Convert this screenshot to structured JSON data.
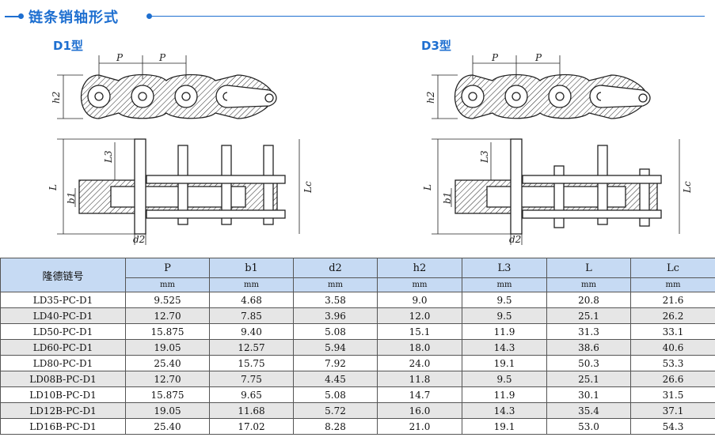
{
  "header": {
    "title": "链条销轴形式"
  },
  "diagrams": {
    "left_type": "D1型",
    "right_type": "D3型",
    "labels": {
      "p": "P",
      "h2": "h2",
      "l3": "L3",
      "l": "L",
      "b1": "b1",
      "lc": "Lc",
      "d2": "d2"
    }
  },
  "table": {
    "model_header": "隆德链号",
    "columns": [
      "P",
      "b1",
      "d2",
      "h2",
      "L3",
      "L",
      "Lc"
    ],
    "unit": "mm",
    "rows": [
      [
        "LD35-PC-D1",
        "9.525",
        "4.68",
        "3.58",
        "9.0",
        "9.5",
        "20.8",
        "21.6"
      ],
      [
        "LD40-PC-D1",
        "12.70",
        "7.85",
        "3.96",
        "12.0",
        "9.5",
        "25.1",
        "26.2"
      ],
      [
        "LD50-PC-D1",
        "15.875",
        "9.40",
        "5.08",
        "15.1",
        "11.9",
        "31.3",
        "33.1"
      ],
      [
        "LD60-PC-D1",
        "19.05",
        "12.57",
        "5.94",
        "18.0",
        "14.3",
        "38.6",
        "40.6"
      ],
      [
        "LD80-PC-D1",
        "25.40",
        "15.75",
        "7.92",
        "24.0",
        "19.1",
        "50.3",
        "53.3"
      ],
      [
        "LD08B-PC-D1",
        "12.70",
        "7.75",
        "4.45",
        "11.8",
        "9.5",
        "25.1",
        "26.6"
      ],
      [
        "LD10B-PC-D1",
        "15.875",
        "9.65",
        "5.08",
        "14.7",
        "11.9",
        "30.1",
        "31.5"
      ],
      [
        "LD12B-PC-D1",
        "19.05",
        "11.68",
        "5.72",
        "16.0",
        "14.3",
        "35.4",
        "37.1"
      ],
      [
        "LD16B-PC-D1",
        "25.40",
        "17.02",
        "8.28",
        "21.0",
        "19.1",
        "53.0",
        "54.3"
      ]
    ]
  }
}
